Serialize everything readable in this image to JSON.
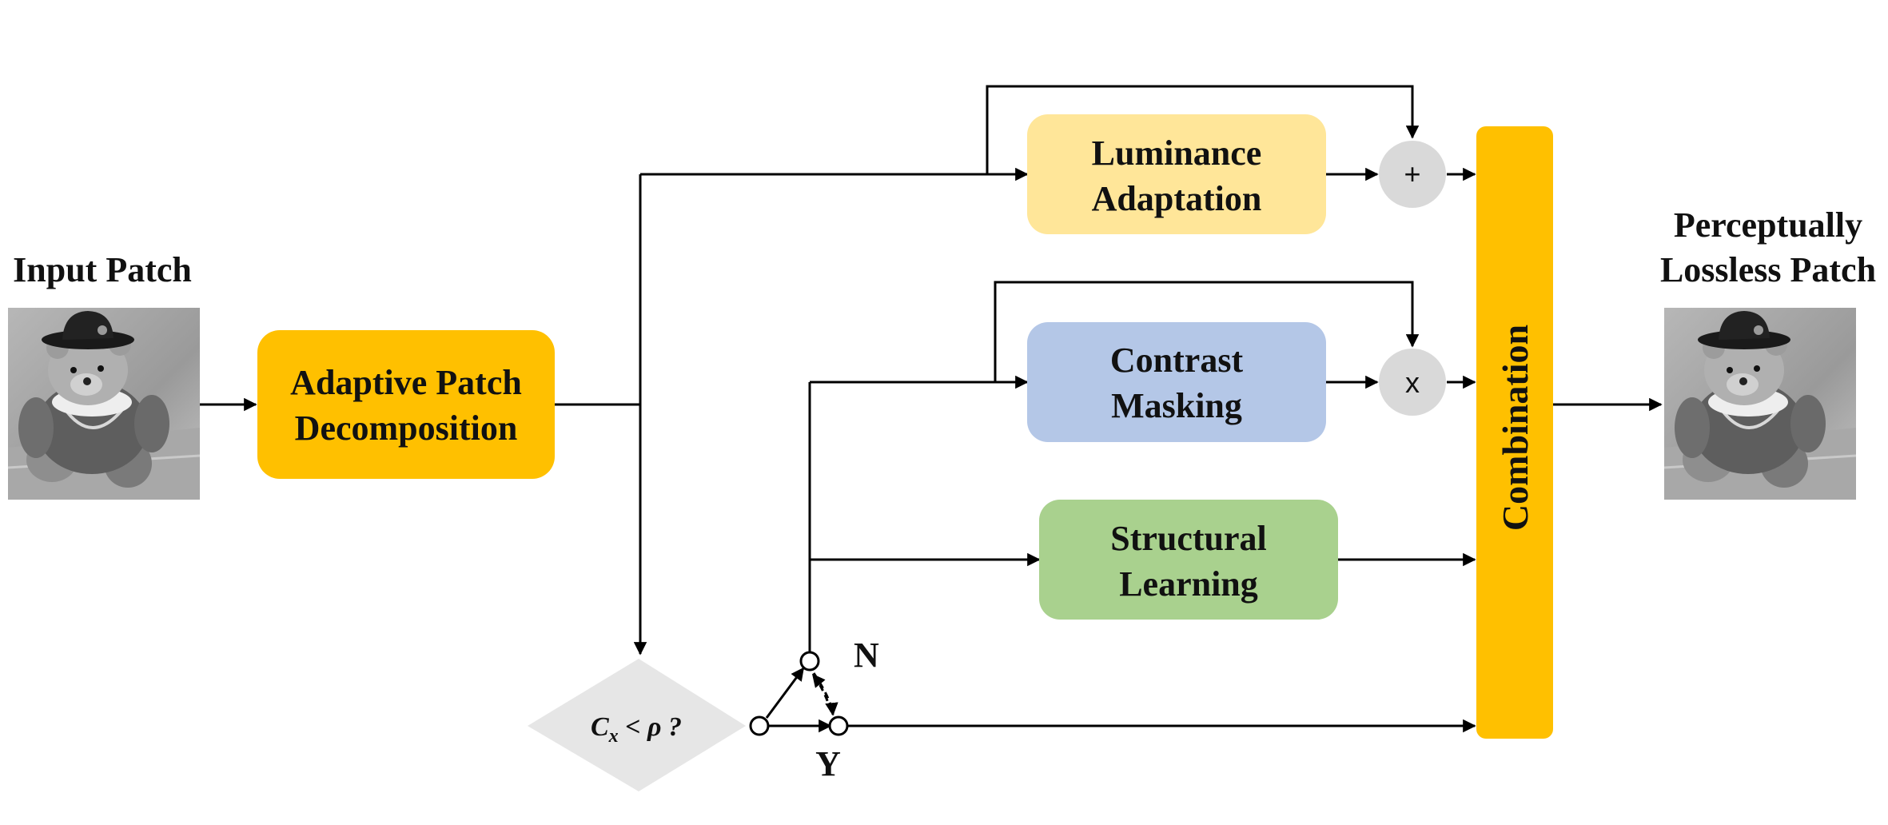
{
  "input": {
    "title": "Input Patch",
    "image_icon": "teddy-bear-photo-icon"
  },
  "output": {
    "title_line1": "Perceptually",
    "title_line2": "Lossless Patch",
    "image_icon": "teddy-bear-photo-icon"
  },
  "blocks": {
    "decomposition": {
      "line1": "Adaptive Patch",
      "line2": "Decomposition",
      "color": "#FFC000"
    },
    "luminance": {
      "line1": "Luminance",
      "line2": "Adaptation",
      "color": "#FFE699"
    },
    "contrast": {
      "line1": "Contrast",
      "line2": "Masking",
      "color": "#B4C7E7"
    },
    "structural": {
      "line1": "Structural",
      "line2": "Learning",
      "color": "#A9D18E"
    },
    "combination": {
      "label": "Combination",
      "color": "#FFC000"
    }
  },
  "operators": {
    "add": "+",
    "multiply": "x"
  },
  "decision": {
    "condition": "C",
    "subscript": "x",
    "relation": " < ρ ?",
    "yes_label": "Y",
    "no_label": "N"
  }
}
